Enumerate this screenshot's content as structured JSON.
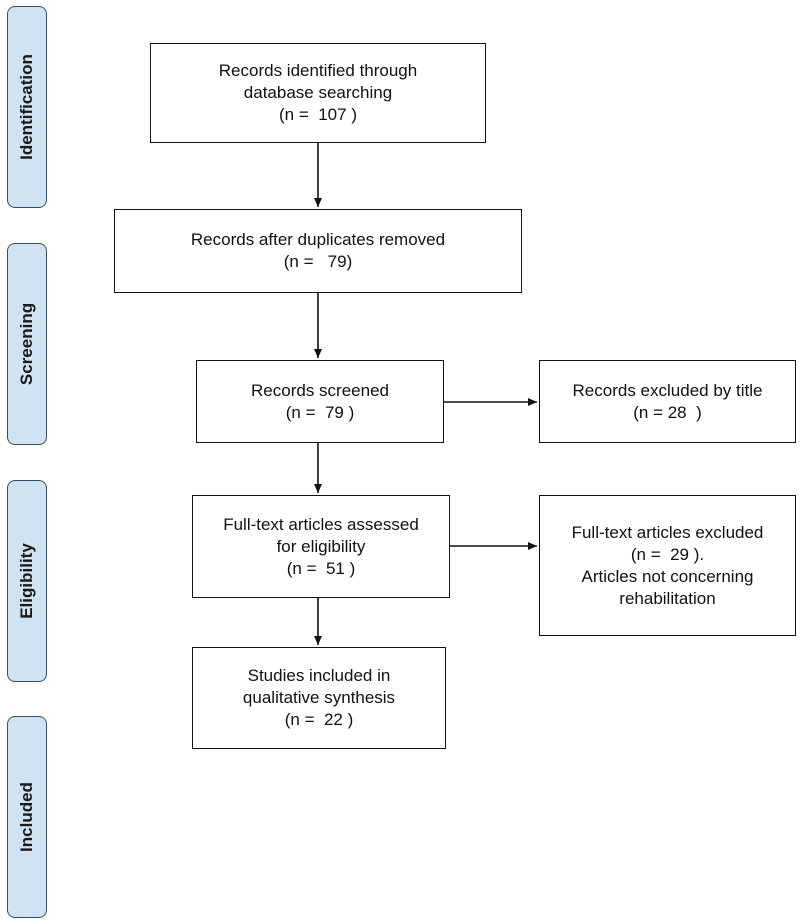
{
  "phases": {
    "identification": "Identification",
    "screening": "Screening",
    "eligibility": "Eligibility",
    "included": "Included"
  },
  "boxes": {
    "identified": {
      "lines": [
        "Records identified through",
        "database searching",
        "(n =  107 )"
      ]
    },
    "duplicates_removed": {
      "lines": [
        "Records after duplicates removed",
        "(n =   79)"
      ]
    },
    "screened": {
      "lines": [
        "Records screened",
        "(n =  79 )"
      ]
    },
    "excluded_title": {
      "lines": [
        "Records excluded by title",
        "(n = 28  )"
      ]
    },
    "fulltext_assessed": {
      "lines": [
        "Full-text articles assessed",
        "for eligibility",
        "(n =  51 )"
      ]
    },
    "fulltext_excluded": {
      "lines": [
        "Full-text articles excluded",
        "(n =  29 ).",
        "Articles not concerning",
        "rehabilitation"
      ]
    },
    "included": {
      "lines": [
        "Studies included in",
        "qualitative synthesis",
        "(n =  22 )"
      ]
    }
  },
  "colors": {
    "phase_fill": "#cfe3f3",
    "phase_border": "#3a4e66",
    "box_border": "#111111"
  }
}
